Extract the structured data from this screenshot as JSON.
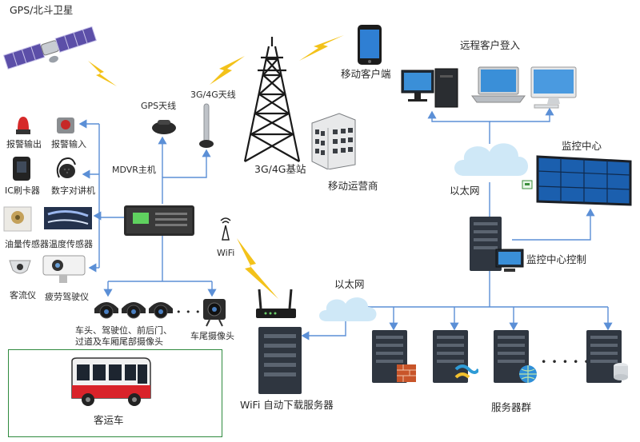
{
  "labels": {
    "satellite": "GPS/北斗卫星",
    "gps_antenna": "GPS天线",
    "cell_antenna": "3G/4G天线",
    "mdvr": "MDVR主机",
    "base_station": "3G/4G基站",
    "operator": "移动运营商",
    "mobile_client": "移动客户端",
    "remote_login": "远程客户登入",
    "ethernet_top": "以太网",
    "monitor_center": "监控中心",
    "monitor_control": "监控中心控制",
    "wifi": "WiFi",
    "ethernet_bottom": "以太网",
    "wifi_server": "WiFi 自动下载服务器",
    "server_group": "服务器群",
    "bus": "客运车",
    "alarm_out": "报警输出",
    "alarm_in": "报警输入",
    "ic_reader": "IC刷卡器",
    "intercom": "数字对讲机",
    "oil_temp": "油量传感器温度传感器",
    "passenger_counter": "客流仪",
    "fatigue": "疲劳驾驶仪",
    "cameras_line1": "车头、驾驶位、前后门、",
    "cameras_line2": "过道及车厢尾部摄像头",
    "rear_camera": "车尾摄像头",
    "dots_cam": "• • •",
    "dots_servers": "• • • • • •"
  },
  "colors": {
    "wire": "#5b8fd6",
    "bus_border": "#2f8a3e",
    "lightning": "#f3c21a",
    "server": "#2f3640",
    "cloud": "#cfe8f7"
  }
}
